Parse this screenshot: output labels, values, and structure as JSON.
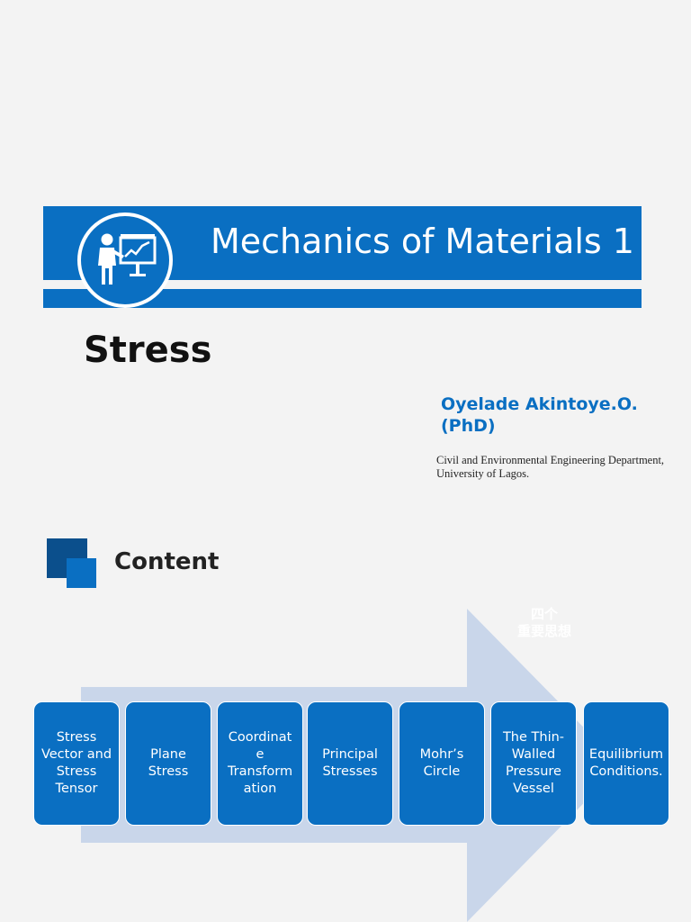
{
  "banner": {
    "title": "Mechanics of Materials 1",
    "icon": "presenter-chart-icon"
  },
  "heading": "Stress",
  "author": {
    "name": "Oyelade Akintoye.O. (PhD)",
    "department": "Civil and Environmental Engineering Department, University of Lagos."
  },
  "content": {
    "heading": "Content",
    "overlay_note": "四个\n重要思想",
    "items": [
      {
        "label": "Stress\nVector and\nStress\nTensor"
      },
      {
        "label": "Plane\nStress"
      },
      {
        "label": "Coordinat\ne\nTransform\nation"
      },
      {
        "label": "Principal\nStresses"
      },
      {
        "label": "Mohr’s\nCircle"
      },
      {
        "label": "The Thin-\nWalled\nPressure\nVessel"
      },
      {
        "label": "Equilibrium\nConditions."
      }
    ]
  },
  "colors": {
    "accent": "#0a6fc2",
    "dark_accent": "#0b4f8c",
    "arrow": "#c9d6ea",
    "background": "#f3f3f3"
  }
}
